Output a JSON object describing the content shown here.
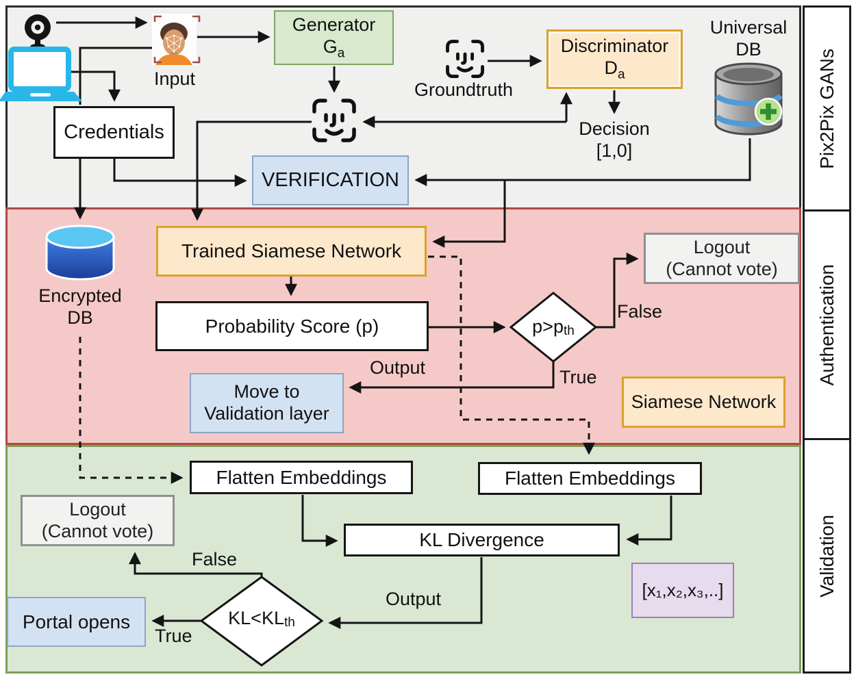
{
  "legend": {
    "sections": [
      {
        "label": "Pix2Pix GANs"
      },
      {
        "label": "Authentication"
      },
      {
        "label": "Validation"
      }
    ]
  },
  "gan": {
    "input_label": "Input",
    "generator_title": "Generator",
    "generator_symbol": "G",
    "generator_symbol_sub": "a",
    "groundtruth_label": "Groundtruth",
    "discriminator_title": "Discriminator",
    "discriminator_symbol": "D",
    "discriminator_symbol_sub": "a",
    "universal_db_line1": "Universal",
    "universal_db_line2": "DB",
    "decision_line1": "Decision",
    "decision_line2": "[1,0]",
    "credentials_label": "Credentials",
    "verification_label": "VERIFICATION"
  },
  "auth": {
    "encrypted_db_line1": "Encrypted",
    "encrypted_db_line2": "DB",
    "tsn_label": "Trained Siamese Network",
    "probability_label": "Probability Score (p)",
    "p_diamond_base": "p>p",
    "p_diamond_sub": "th",
    "false_label": "False",
    "true_label": "True",
    "output_label": "Output",
    "logout_line1": "Logout",
    "logout_line2": "(Cannot vote)",
    "mtv_line1": "Move to",
    "mtv_line2": "Validation layer",
    "siamese_box_label": "Siamese Network"
  },
  "validation": {
    "fe_left_label": "Flatten Embeddings",
    "fe_right_label": "Flatten Embeddings",
    "kl_label": "KL Divergence",
    "kl_diamond_base": "KL<KL",
    "kl_diamond_sub": "th",
    "logout_line1": "Logout",
    "logout_line2": "(Cannot vote)",
    "portal_label": "Portal opens",
    "vector_label": "[x₁,x₂,x₃,..]",
    "false_label": "False",
    "true_label": "True",
    "output_label": "Output"
  },
  "colors": {
    "band_gan": "#f0f0ee",
    "band_auth": "#f5c9c7",
    "band_auth_border": "#ad4a44",
    "band_val": "#dae8d3",
    "band_val_border": "#7f9d55",
    "orange_fill": "#fde8cb",
    "orange_border": "#d9a22b",
    "blue_fill": "#d3e2f3",
    "blue_border": "#8aa5c8",
    "green_fill": "#d8e9ce",
    "green_border": "#7da661",
    "gray_fill": "#f2f2f1",
    "purple_fill": "#e7dbee",
    "purple_border": "#9f7dbd",
    "laptop_cyan": "#29b6e8",
    "line_black": "#141414"
  }
}
